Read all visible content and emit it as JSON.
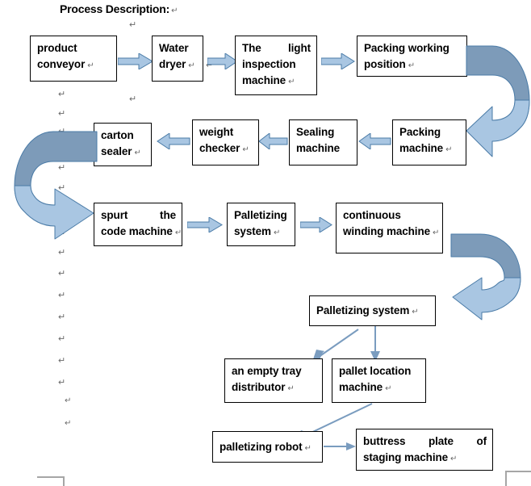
{
  "document": {
    "title": "Process Description:",
    "paragraph_mark": "↵"
  },
  "colors": {
    "box_border": "#000000",
    "box_fill": "#ffffff",
    "text": "#000000",
    "arrow_light": "#a8c6e4",
    "arrow_light_fill": "#a9c6e2",
    "arrow_dark": "#7d9bb9",
    "arrow_outline": "#4a7ba7",
    "line_arrow": "#7a9cbf",
    "pilcrow": "#6b6b6b",
    "crop_mark": "#a6a6a6"
  },
  "chart_data": {
    "type": "diagram",
    "title": "Process Description:",
    "nodes": [
      {
        "id": "product-conveyor",
        "label": "product conveyor",
        "lines": [
          "product",
          "conveyor"
        ],
        "row": 1
      },
      {
        "id": "water-dryer",
        "label": "Water dryer",
        "lines": [
          "Water",
          "dryer"
        ],
        "row": 1
      },
      {
        "id": "light-inspection-machine",
        "label": "The light inspection machine",
        "lines": [
          "The light",
          "inspection",
          "machine"
        ],
        "row": 1
      },
      {
        "id": "packing-working-position",
        "label": "Packing working position",
        "lines": [
          "Packing working",
          "position"
        ],
        "row": 1
      },
      {
        "id": "packing-machine",
        "label": "Packing machine",
        "lines": [
          "Packing",
          "machine"
        ],
        "row": 2
      },
      {
        "id": "sealing-machine",
        "label": "Sealing machine",
        "lines": [
          "Sealing",
          "machine"
        ],
        "row": 2
      },
      {
        "id": "weight-checker",
        "label": "weight checker",
        "lines": [
          "weight",
          "checker"
        ],
        "row": 2
      },
      {
        "id": "carton-sealer",
        "label": "carton sealer",
        "lines": [
          "carton",
          "sealer"
        ],
        "row": 2
      },
      {
        "id": "spurt-code-machine",
        "label": "spurt the code machine",
        "lines": [
          "spurt the",
          "code machine"
        ],
        "row": 3
      },
      {
        "id": "palletizing-system-1",
        "label": "Palletizing system",
        "lines": [
          "Palletizing",
          "system"
        ],
        "row": 3
      },
      {
        "id": "continuous-winding-machine",
        "label": "continuous winding machine",
        "lines": [
          "continuous",
          "winding machine"
        ],
        "row": 3
      },
      {
        "id": "palletizing-system-2",
        "label": "Palletizing system",
        "lines": [
          "Palletizing system"
        ],
        "row": 4
      },
      {
        "id": "empty-tray-distributor",
        "label": "an empty tray distributor",
        "lines": [
          "an empty tray",
          "distributor"
        ],
        "row": 5
      },
      {
        "id": "pallet-location-machine",
        "label": "pallet location machine",
        "lines": [
          "pallet location",
          "machine"
        ],
        "row": 5
      },
      {
        "id": "palletizing-robot",
        "label": "palletizing robot",
        "lines": [
          "palletizing robot"
        ],
        "row": 6
      },
      {
        "id": "buttress-plate-staging",
        "label": "buttress plate of staging machine",
        "lines": [
          "buttress plate of",
          "staging machine"
        ],
        "row": 6
      }
    ],
    "edges": [
      {
        "from": "product-conveyor",
        "to": "water-dryer",
        "style": "block-arrow-right"
      },
      {
        "from": "water-dryer",
        "to": "light-inspection-machine",
        "style": "block-arrow-right"
      },
      {
        "from": "light-inspection-machine",
        "to": "packing-working-position",
        "style": "block-arrow-right"
      },
      {
        "from": "packing-working-position",
        "to": "packing-machine",
        "style": "curved-u-turn-right"
      },
      {
        "from": "packing-machine",
        "to": "sealing-machine",
        "style": "block-arrow-left"
      },
      {
        "from": "sealing-machine",
        "to": "weight-checker",
        "style": "block-arrow-left"
      },
      {
        "from": "weight-checker",
        "to": "carton-sealer",
        "style": "block-arrow-left"
      },
      {
        "from": "carton-sealer",
        "to": "spurt-code-machine",
        "style": "curved-u-turn-left"
      },
      {
        "from": "spurt-code-machine",
        "to": "palletizing-system-1",
        "style": "block-arrow-right"
      },
      {
        "from": "palletizing-system-1",
        "to": "continuous-winding-machine",
        "style": "block-arrow-right"
      },
      {
        "from": "continuous-winding-machine",
        "to": "palletizing-system-2",
        "style": "curved-u-turn-right"
      },
      {
        "from": "palletizing-system-2",
        "to": "empty-tray-distributor",
        "style": "line-arrow-diagonal"
      },
      {
        "from": "palletizing-system-2",
        "to": "pallet-location-machine",
        "style": "line-arrow-down"
      },
      {
        "from": "pallet-location-machine",
        "to": "palletizing-robot",
        "style": "line-arrow-diagonal"
      },
      {
        "from": "palletizing-robot",
        "to": "buttress-plate-staging",
        "style": "line-arrow-right"
      }
    ]
  },
  "nodes": {
    "product_conveyor": {
      "l1": "product",
      "l2": "conveyor"
    },
    "water_dryer": {
      "l1": "Water",
      "l2": "dryer"
    },
    "light_inspection": {
      "l1a": "The",
      "l1b": "light",
      "l2": "inspection",
      "l3": "machine"
    },
    "packing_working": {
      "l1": "Packing working",
      "l2": "position"
    },
    "packing_machine": {
      "l1": "Packing",
      "l2": "machine"
    },
    "sealing_machine": {
      "l1": "Sealing",
      "l2": "machine"
    },
    "weight_checker": {
      "l1": "weight",
      "l2": "checker"
    },
    "carton_sealer": {
      "l1": "carton",
      "l2": "sealer"
    },
    "spurt_code": {
      "l1a": "spurt",
      "l1b": "the",
      "l2": "code machine"
    },
    "palletizing_system": {
      "l1": "Palletizing",
      "l2": "system"
    },
    "continuous_winding": {
      "l1": "continuous",
      "l2": "winding machine"
    },
    "palletizing_system2": {
      "l1": "Palletizing system"
    },
    "empty_tray": {
      "l1": "an empty tray",
      "l2": "distributor"
    },
    "pallet_location": {
      "l1": "pallet location",
      "l2": "machine"
    },
    "palletizing_robot": {
      "l1": "palletizing robot"
    },
    "buttress_plate": {
      "l1a": "buttress",
      "l1b": "plate",
      "l1c": "of",
      "l2": "staging machine"
    }
  }
}
